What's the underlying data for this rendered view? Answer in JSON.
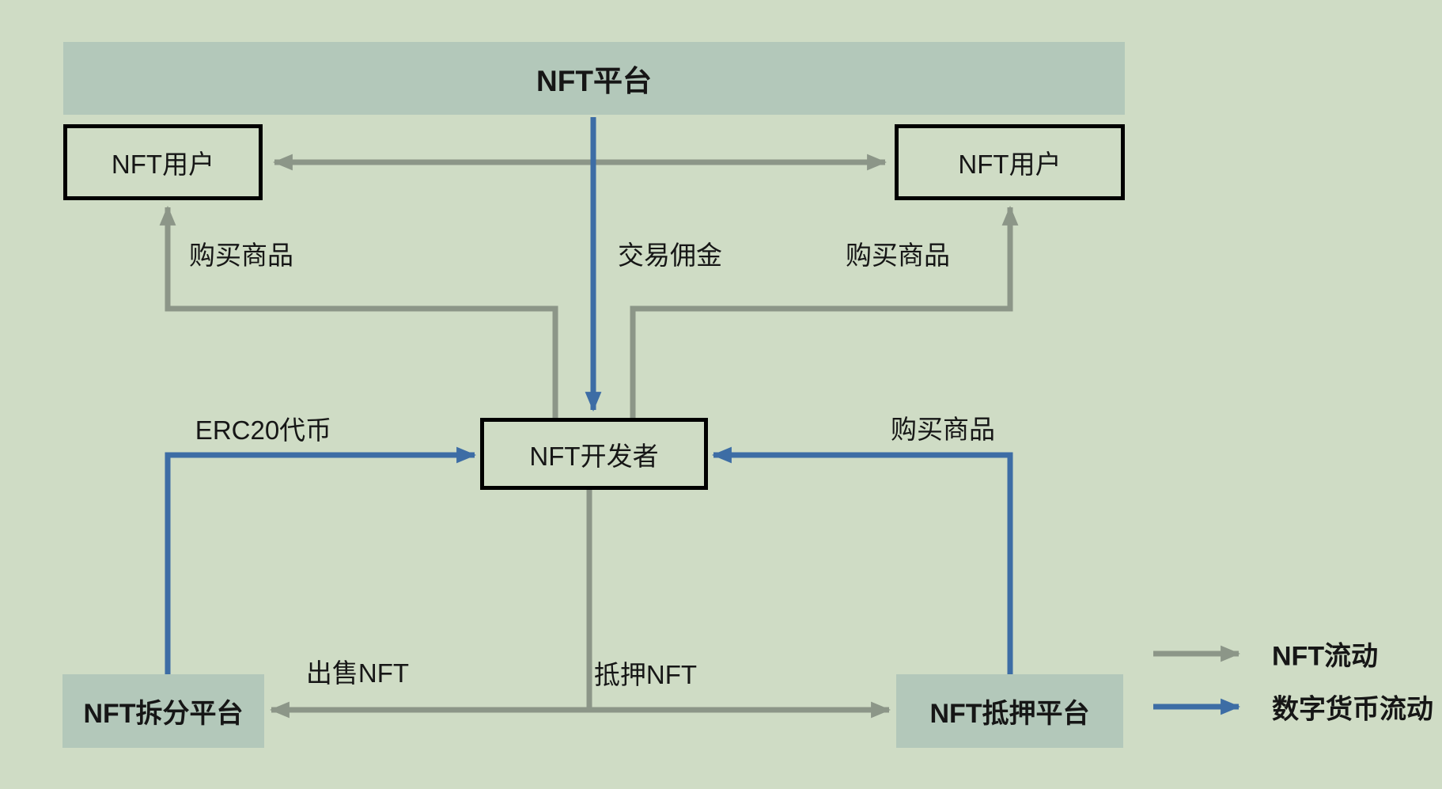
{
  "diagram": {
    "title": "NFT平台",
    "nodes": {
      "platform": {
        "label": "NFT平台"
      },
      "user_left": {
        "label": "NFT用户"
      },
      "user_right": {
        "label": "NFT用户"
      },
      "developer": {
        "label": "NFT开发者"
      },
      "split_platform": {
        "label": "NFT拆分平台"
      },
      "mortgage_platform": {
        "label": "NFT抵押平台"
      }
    },
    "edge_labels": {
      "buy_goods_left": "购买商品",
      "commission": "交易佣金",
      "buy_goods_right": "购买商品",
      "erc20_token": "ERC20代币",
      "buy_goods_mortgage": "购买商品",
      "sell_nft": "出售NFT",
      "pledge_nft": "抵押NFT"
    },
    "legend": {
      "nft_flow": "NFT流动",
      "currency_flow": "数字货币流动"
    },
    "colors": {
      "background": "#cfdcc5",
      "node_fill": "#b3c8ba",
      "nft_flow": "#8c9688",
      "currency_flow": "#3d6da5",
      "border": "#000000",
      "text": "#161616"
    }
  }
}
